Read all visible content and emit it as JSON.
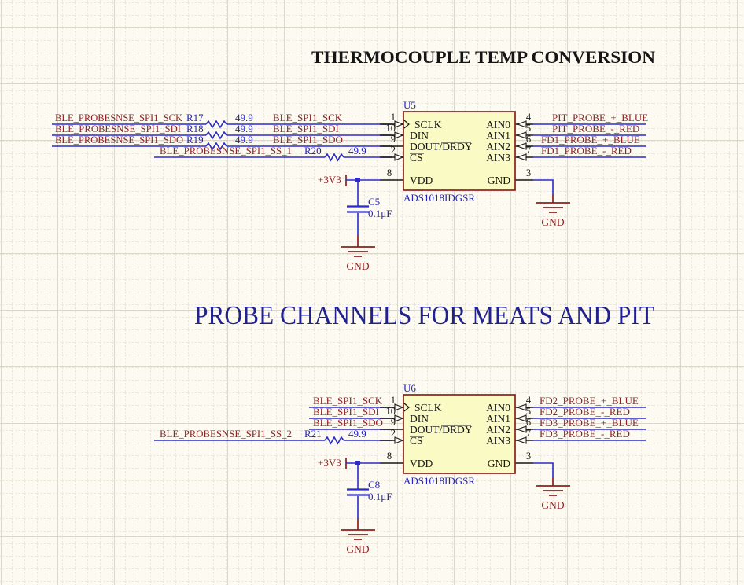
{
  "titles": {
    "top": "THERMOCOUPLE TEMP CONVERSION",
    "middle": "PROBE CHANNELS FOR MEATS AND PIT"
  },
  "labels": {
    "gnd": "GND",
    "rail": "+3V3"
  },
  "colors": {
    "background": "#FCFAF1",
    "wire": "#2B2BC8",
    "net_label": "#8E2525",
    "designator_blue": "#2222BE",
    "component_fill": "#FAFAC5",
    "component_border": "#8B2020",
    "title_middle": "#22228E"
  },
  "u5": {
    "designator": "U5",
    "part": "ADS1018IDGSR",
    "rows": [
      {
        "net": "BLE_PROBESNSE_SPI1_SCK",
        "res": "R17",
        "val": "49.9",
        "out": "BLE_SPI1_SCK",
        "pin": "1",
        "name": "SCLK"
      },
      {
        "net": "BLE_PROBESNSE_SPI1_SDI",
        "res": "R18",
        "val": "49.9",
        "out": "BLE_SPI1_SDI",
        "pin": "10",
        "name": "DIN"
      },
      {
        "net": "BLE_PROBESNSE_SPI1_SDO",
        "res": "R19",
        "val": "49.9",
        "out": "BLE_SPI1_SDO",
        "pin": "9",
        "name": "DOUT/DRDY"
      },
      {
        "net": "BLE_PROBESNSE_SPI1_SS_1",
        "res": "R20",
        "val": "49.9",
        "pin": "2",
        "name": "CS"
      }
    ],
    "outputs": [
      {
        "pin": "4",
        "name": "AIN0",
        "net": "PIT_PROBE_+_BLUE"
      },
      {
        "pin": "5",
        "name": "AIN1",
        "net": "PIT_PROBE_-_RED"
      },
      {
        "pin": "6",
        "name": "AIN2",
        "net": "FD1_PROBE_+_BLUE"
      },
      {
        "pin": "7",
        "name": "AIN3",
        "net": "FD1_PROBE_-_RED"
      }
    ],
    "vdd": {
      "pin": "8",
      "name": "VDD"
    },
    "gnd": {
      "pin": "3",
      "name": "GND"
    },
    "cap": {
      "ref": "C5",
      "val": "0.1μF"
    }
  },
  "u6": {
    "designator": "U6",
    "part": "ADS1018IDGSR",
    "rows": [
      {
        "net": "BLE_SPI1_SCK",
        "pin": "1",
        "name": "SCLK"
      },
      {
        "net": "BLE_SPI1_SDI",
        "pin": "10",
        "name": "DIN"
      },
      {
        "net": "BLE_SPI1_SDO",
        "pin": "9",
        "name": "DOUT/DRDY"
      },
      {
        "net": "BLE_PROBESNSE_SPI1_SS_2",
        "res": "R21",
        "val": "49.9",
        "pin": "2",
        "name": "CS"
      }
    ],
    "outputs": [
      {
        "pin": "4",
        "name": "AIN0",
        "net": "FD2_PROBE_+_BLUE"
      },
      {
        "pin": "5",
        "name": "AIN1",
        "net": "FD2_PROBE_-_RED"
      },
      {
        "pin": "6",
        "name": "AIN2",
        "net": "FD3_PROBE_+_BLUE"
      },
      {
        "pin": "7",
        "name": "AIN3",
        "net": "FD3_PROBE_-_RED"
      }
    ],
    "vdd": {
      "pin": "8",
      "name": "VDD"
    },
    "gnd": {
      "pin": "3",
      "name": "GND"
    },
    "cap": {
      "ref": "C8",
      "val": "0.1μF"
    }
  }
}
